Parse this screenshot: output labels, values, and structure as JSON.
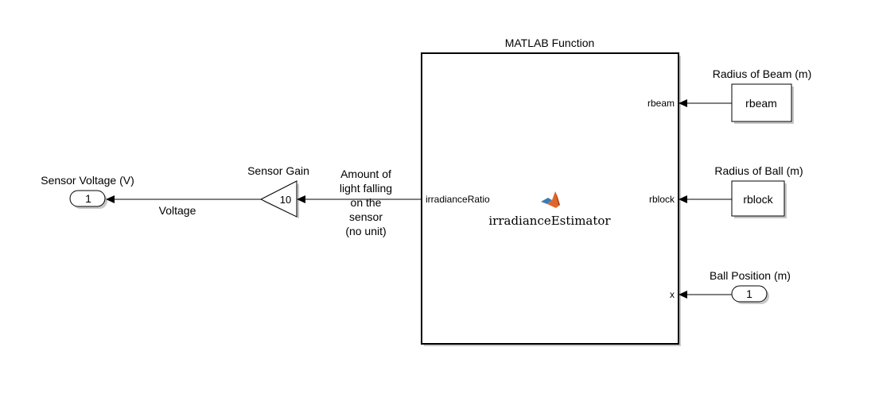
{
  "matlab_function": {
    "title": "MATLAB Function",
    "name": "irradianceEstimator",
    "ports": {
      "out": "irradianceRatio",
      "in_rbeam": "rbeam",
      "in_rblock": "rblock",
      "in_x": "x"
    },
    "logo_colors": {
      "orange": "#e0672b",
      "blue": "#3c7bb5",
      "dark": "#b8431a"
    }
  },
  "constant_rbeam": {
    "title": "Radius of Beam (m)",
    "value": "rbeam"
  },
  "constant_rblock": {
    "title": "Radius of Ball (m)",
    "value": "rblock"
  },
  "inport_ball_position": {
    "title": "Ball Position (m)",
    "number": "1"
  },
  "gain_sensor": {
    "title": "Sensor Gain",
    "value": "10"
  },
  "outport_sensor_voltage": {
    "title": "Sensor Voltage (V)",
    "number": "1"
  },
  "signals": {
    "irradiance_lines": [
      "Amount of",
      "light falling",
      "on the",
      "sensor",
      "(no unit)"
    ],
    "voltage": "Voltage"
  }
}
